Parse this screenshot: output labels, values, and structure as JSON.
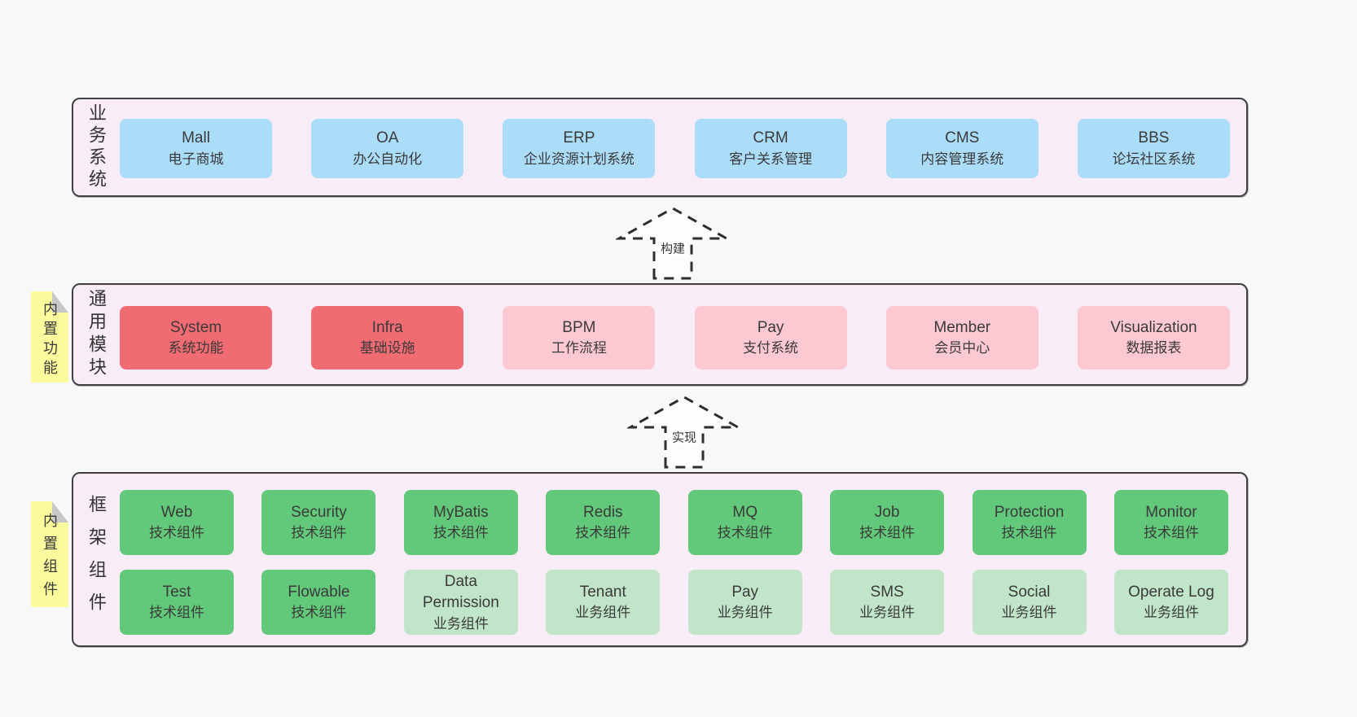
{
  "diagram": {
    "type": "layered-architecture",
    "colors": {
      "page_bg": "#f8f8f8",
      "section_bg": "#f8ecf6",
      "section_border": "#404040",
      "blue_box": "#abdcf8",
      "red_box": "#f16b72",
      "pink_box": "#fcc9d3",
      "green_box": "#62c87a",
      "light_green_box": "#c1e5c8",
      "sticky_note": "#fbfb9e",
      "text": "#3a3a3a"
    }
  },
  "arrows": [
    {
      "label": "构建"
    },
    {
      "label": "实现"
    }
  ],
  "sections": {
    "business": {
      "label": "业务系统",
      "boxes": [
        {
          "name": "Mall",
          "subtitle": "电子商城",
          "variant": "blue"
        },
        {
          "name": "OA",
          "subtitle": "办公自动化",
          "variant": "blue"
        },
        {
          "name": "ERP",
          "subtitle": "企业资源计划系统",
          "variant": "blue"
        },
        {
          "name": "CRM",
          "subtitle": "客户关系管理",
          "variant": "blue"
        },
        {
          "name": "CMS",
          "subtitle": "内容管理系统",
          "variant": "blue"
        },
        {
          "name": "BBS",
          "subtitle": "论坛社区系统",
          "variant": "blue"
        }
      ]
    },
    "modules": {
      "label": "通用模块",
      "note": "内置功能",
      "boxes": [
        {
          "name": "System",
          "subtitle": "系统功能",
          "variant": "red"
        },
        {
          "name": "Infra",
          "subtitle": "基础设施",
          "variant": "red"
        },
        {
          "name": "BPM",
          "subtitle": "工作流程",
          "variant": "pink"
        },
        {
          "name": "Pay",
          "subtitle": "支付系统",
          "variant": "pink"
        },
        {
          "name": "Member",
          "subtitle": "会员中心",
          "variant": "pink"
        },
        {
          "name": "Visualization",
          "subtitle": "数据报表",
          "variant": "pink"
        }
      ]
    },
    "framework": {
      "label": "框架组件",
      "note": "内置组件",
      "row1": [
        {
          "name": "Web",
          "subtitle": "技术组件",
          "variant": "green"
        },
        {
          "name": "Security",
          "subtitle": "技术组件",
          "variant": "green"
        },
        {
          "name": "MyBatis",
          "subtitle": "技术组件",
          "variant": "green"
        },
        {
          "name": "Redis",
          "subtitle": "技术组件",
          "variant": "green"
        },
        {
          "name": "MQ",
          "subtitle": "技术组件",
          "variant": "green"
        },
        {
          "name": "Job",
          "subtitle": "技术组件",
          "variant": "green"
        },
        {
          "name": "Protection",
          "subtitle": "技术组件",
          "variant": "green"
        },
        {
          "name": "Monitor",
          "subtitle": "技术组件",
          "variant": "green"
        }
      ],
      "row2": [
        {
          "name": "Test",
          "subtitle": "技术组件",
          "variant": "green"
        },
        {
          "name": "Flowable",
          "subtitle": "技术组件",
          "variant": "green"
        },
        {
          "name": "Data Permission",
          "subtitle": "业务组件",
          "variant": "lightgreen"
        },
        {
          "name": "Tenant",
          "subtitle": "业务组件",
          "variant": "lightgreen"
        },
        {
          "name": "Pay",
          "subtitle": "业务组件",
          "variant": "lightgreen"
        },
        {
          "name": "SMS",
          "subtitle": "业务组件",
          "variant": "lightgreen"
        },
        {
          "name": "Social",
          "subtitle": "业务组件",
          "variant": "lightgreen"
        },
        {
          "name": "Operate Log",
          "subtitle": "业务组件",
          "variant": "lightgreen"
        }
      ]
    }
  }
}
